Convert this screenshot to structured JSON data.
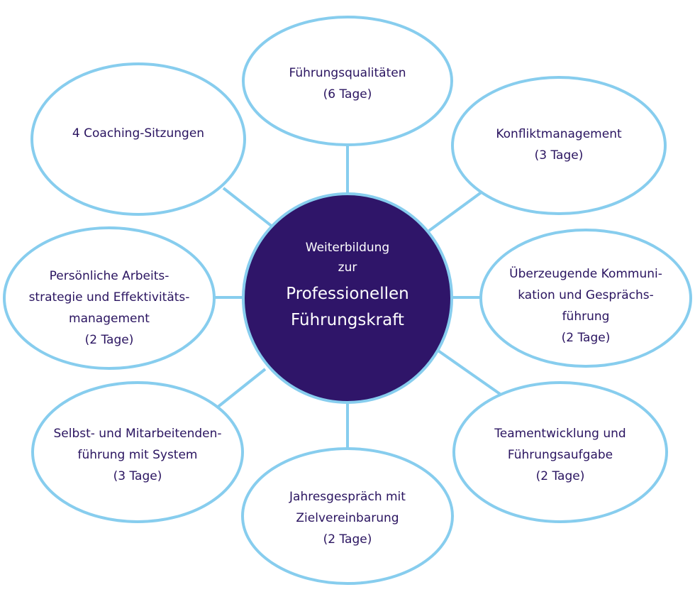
{
  "center": {
    "line1": "Weiterbildung",
    "line2": "zur",
    "line3": "Professionellen",
    "line4": "Führungskraft"
  },
  "nodes": [
    {
      "id": "fuehrungsqualitaeten",
      "lines": [
        "Führungsqualitäten",
        "(6 Tage)"
      ]
    },
    {
      "id": "konfliktmanagement",
      "lines": [
        "Konfliktmanagement",
        "(3 Tage)"
      ]
    },
    {
      "id": "kommunikation",
      "lines": [
        "Überzeugende Kommuni-",
        "kation und Gesprächs-",
        "führung",
        "(2 Tage)"
      ]
    },
    {
      "id": "teamentwicklung",
      "lines": [
        "Teamentwicklung und",
        "Führungsaufgabe",
        "(2 Tage)"
      ]
    },
    {
      "id": "jahresgespraech",
      "lines": [
        "Jahresgespräch mit",
        "Zielvereinbarung",
        "(2 Tage)"
      ]
    },
    {
      "id": "selbstfuehrung",
      "lines": [
        "Selbst- und Mitarbeitenden-",
        "führung mit System",
        "(3 Tage)"
      ]
    },
    {
      "id": "arbeitsstrategie",
      "lines": [
        "Persönliche Arbeits-",
        "strategie und Effektivitäts-",
        "management",
        "(2 Tage)"
      ]
    },
    {
      "id": "coaching",
      "lines": [
        "4 Coaching-Sitzungen"
      ]
    }
  ],
  "colors": {
    "outline": "#87cdee",
    "center_fill": "#2f1569",
    "node_text": "#2a1460",
    "center_text": "#ffffff"
  }
}
